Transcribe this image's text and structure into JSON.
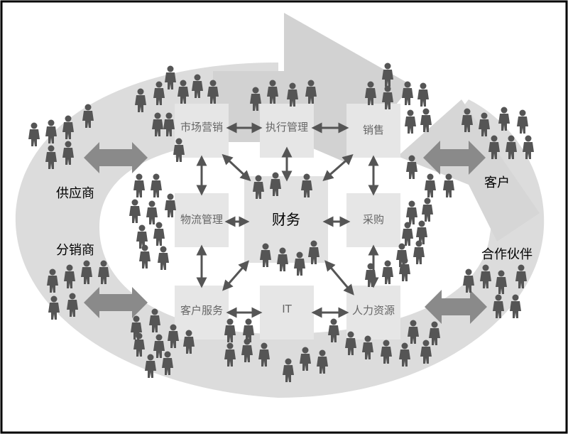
{
  "center": {
    "label": "财务"
  },
  "departments": {
    "marketing": "市场营销",
    "exec_mgmt": "执行管理",
    "sales": "销售",
    "logistics": "物流管理",
    "purchasing": "采购",
    "customer_service": "客户服务",
    "it": "IT",
    "hr": "人力资源"
  },
  "external": {
    "supplier": "供应商",
    "distributor": "分销商",
    "customer": "客户",
    "partner": "合作伙伴"
  },
  "colors": {
    "ring": "#dcdcdc",
    "box": "#e4e4e4",
    "arrow": "#7a7a7a",
    "people": "#555555",
    "border": "#000000"
  }
}
